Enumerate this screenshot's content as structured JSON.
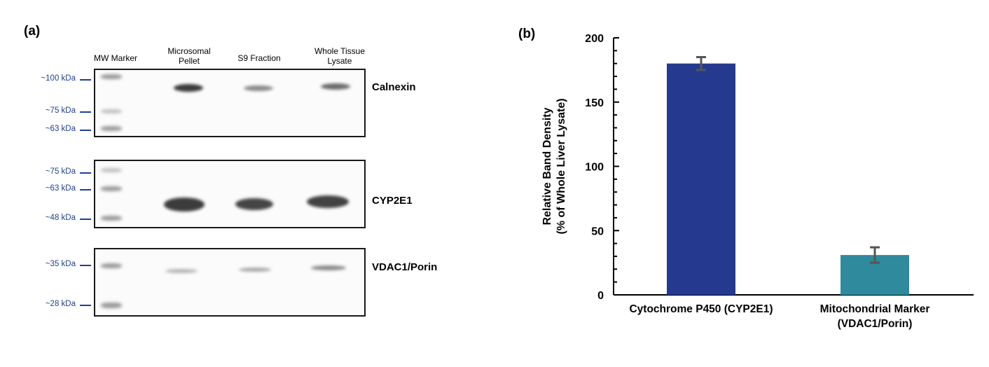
{
  "panel_a": {
    "label": "(a)",
    "lanes": [
      "MW Marker",
      "Microsomal\nPellet",
      "S9 Fraction",
      "Whole Tissue\nLysate"
    ],
    "blots": [
      {
        "protein": "Calnexin",
        "markers": [
          "~100 kDa",
          "~75 kDa",
          "~63 kDa"
        ]
      },
      {
        "protein": "CYP2E1",
        "markers": [
          "~75 kDa",
          "~63 kDa",
          "~48 kDa"
        ]
      },
      {
        "protein": "VDAC1/Porin",
        "markers": [
          "~35 kDa",
          "~28 kDa"
        ]
      }
    ]
  },
  "chart_data": {
    "type": "bar",
    "panel_label": "(b)",
    "categories": [
      "Cytochrome P450 (CYP2E1)",
      "Mitochondrial Marker\n(VDAC1/Porin)"
    ],
    "values": [
      180,
      31
    ],
    "errors": [
      5,
      6
    ],
    "bar_colors": [
      "#253a8e",
      "#2e8a9c"
    ],
    "ylabel": "Relative Band Density\n(% of Whole Liver Lysate)",
    "xlabel": "",
    "ylim": [
      0,
      200
    ],
    "yticks": [
      0,
      50,
      100,
      150,
      200
    ],
    "grid": false
  }
}
